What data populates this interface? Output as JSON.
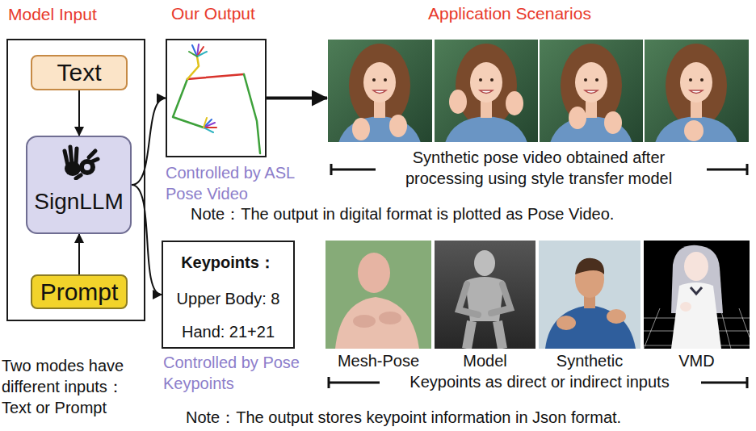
{
  "diagram": {
    "nodes": [
      {
        "text": [
          "Model Input"
        ]
      },
      {
        "text": [
          "Text"
        ],
        "in": 0
      },
      {
        "text": [
          "SignLLM"
        ],
        "in": 0
      },
      {
        "text": [
          "Prompt"
        ],
        "in": 0
      },
      {
        "text": [
          "Controlled by ASL Pose Video"
        ]
      },
      {
        "text": [
          "Synthetic pose video obtained after processing using style transfer model"
        ]
      },
      {
        "text": [
          "Keypoints：",
          "Upper Body: 8",
          "Hand: 21+21",
          "Controlled by Pose Keypoints"
        ]
      }
    ],
    "edges": [
      {
        "from": 1,
        "to": 2,
        "arrow": "to"
      },
      {
        "from": 3,
        "to": 2,
        "arrow": "to"
      },
      {
        "from": 2,
        "to": 4,
        "arrow": "to"
      },
      {
        "from": 2,
        "to": 6,
        "arrow": "to"
      },
      {
        "from": 4,
        "to": 5,
        "arrow": "to"
      }
    ],
    "labels": [
      "Our Output",
      "Application Scenarios",
      "Note：The output in digital format is plotted as Pose Video.",
      "Mesh-Pose",
      "Model",
      "Synthetic",
      "VMD",
      "Two modes have different inputs：Text or Prompt",
      "Keypoints as direct or indirect inputs",
      "Note：The output stores keypoint information in Json format."
    ]
  }
}
